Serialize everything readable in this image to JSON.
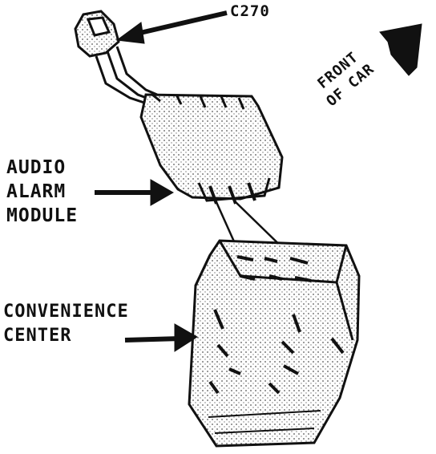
{
  "labels": {
    "connector": "C270",
    "audio_alarm_module": [
      "AUDIO",
      "ALARM",
      "MODULE"
    ],
    "convenience_center": [
      "CONVENIENCE",
      "CENTER"
    ],
    "front_of_car": [
      "FRONT",
      "OF CAR"
    ]
  },
  "colors": {
    "ink": "#111111",
    "paper": "#ffffff",
    "shade": "#8a8a8a"
  }
}
